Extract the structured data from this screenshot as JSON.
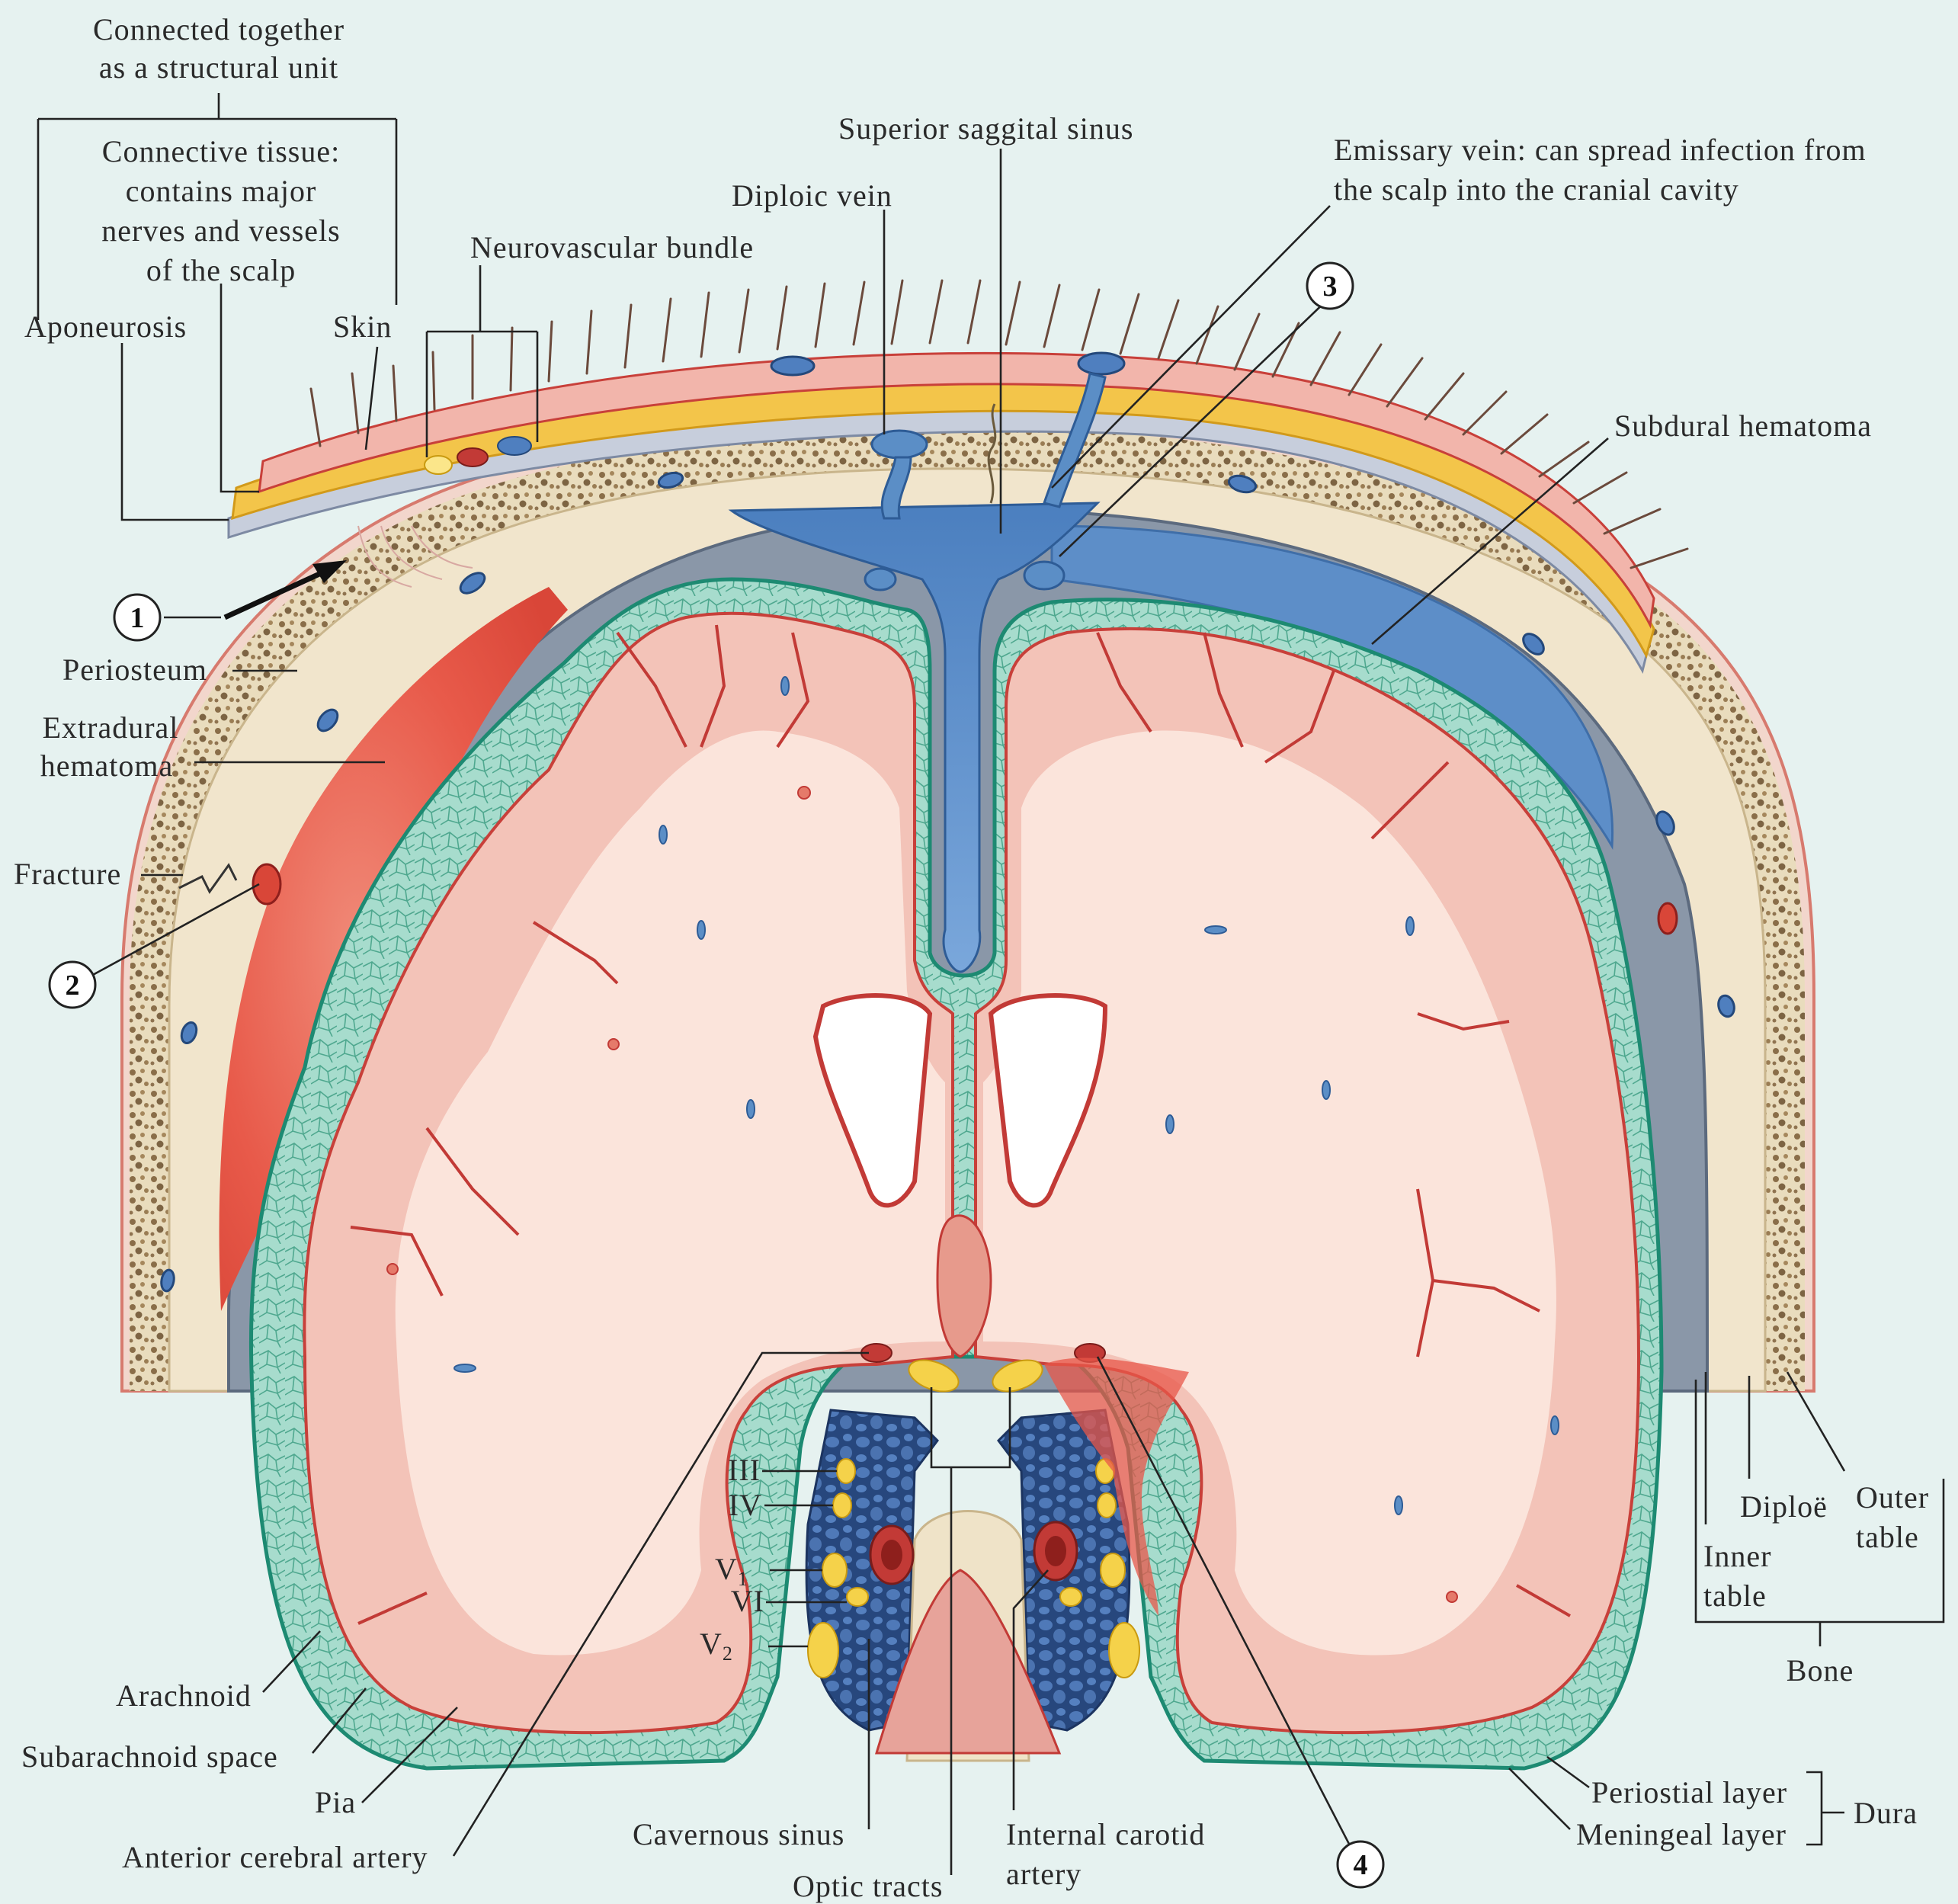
{
  "labels": {
    "connected": [
      "Connected together",
      "as a structural unit"
    ],
    "connective": [
      "Connective tissue:",
      "contains major",
      "nerves and vessels",
      "of the scalp"
    ],
    "aponeurosis": "Aponeurosis",
    "skin": "Skin",
    "neurovascular": "Neurovascular bundle",
    "diploic_vein": "Diploic vein",
    "superior_sinus": "Superior saggital sinus",
    "emissary": [
      "Emissary vein: can spread infection from",
      "the scalp into the cranial cavity"
    ],
    "subdural": "Subdural hematoma",
    "periosteum": "Periosteum",
    "extradural": [
      "Extradural",
      "hematoma"
    ],
    "fracture": "Fracture",
    "nerve_iii": "III",
    "nerve_iv": "IV",
    "nerve_v1": "V",
    "nerve_v1_sub": "1",
    "nerve_vi": "VI",
    "nerve_v2": "V",
    "nerve_v2_sub": "2",
    "arachnoid": "Arachnoid",
    "subarachnoid": "Subarachnoid space",
    "pia": "Pia",
    "anterior_cerebral": "Anterior cerebral artery",
    "cavernous": "Cavernous sinus",
    "optic": "Optic tracts",
    "internal_carotid": [
      "Internal carotid",
      "artery"
    ],
    "diploe": "Diploë",
    "outer_table": [
      "Outer",
      "table"
    ],
    "inner_table": [
      "Inner",
      "table"
    ],
    "bone": "Bone",
    "periostial_layer": "Periostial layer",
    "meningeal_layer": "Meningeal layer",
    "dura": "Dura"
  },
  "markers": [
    "1",
    "2",
    "3",
    "4"
  ],
  "colors": {
    "background": "#e6f2f0",
    "brain": "#f4c9c0",
    "white_matter": "#fbe3da",
    "arachnoid": "#9fd6c8",
    "dura": "#6f7f95",
    "venous": "#5b8ec6",
    "hematoma": "#e85a4a",
    "scalp_fat": "#f3c54a",
    "bone": "#efe3c8"
  }
}
